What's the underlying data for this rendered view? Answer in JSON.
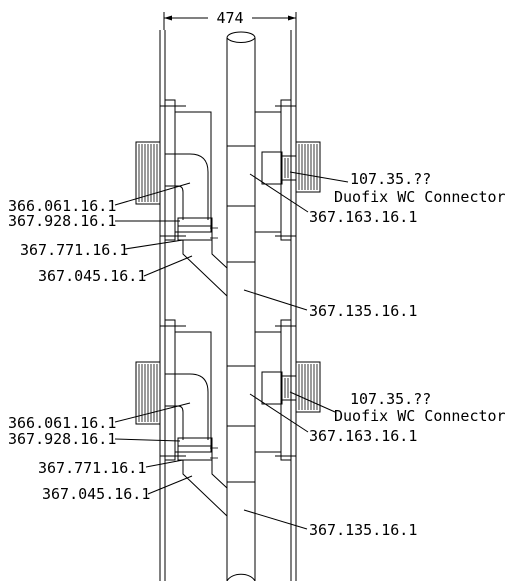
{
  "dimension": {
    "value": "474"
  },
  "section_top": {
    "left_labels": [
      "366.061.16.1",
      "367.928.16.1",
      "367.771.16.1",
      "367.045.16.1"
    ],
    "right_labels": {
      "connector_code": "107.35.??",
      "connector_name": "Duofix WC Connector",
      "branch": "367.163.16.1",
      "pipe": "367.135.16.1"
    }
  },
  "section_bottom": {
    "left_labels": [
      "366.061.16.1",
      "367.928.16.1",
      "367.771.16.1",
      "367.045.16.1"
    ],
    "right_labels": {
      "connector_code": "107.35.??",
      "connector_name": "Duofix WC Connector",
      "branch": "367.163.16.1",
      "pipe": "367.135.16.1"
    }
  },
  "colors": {
    "line": "#000000",
    "background": "#ffffff"
  }
}
